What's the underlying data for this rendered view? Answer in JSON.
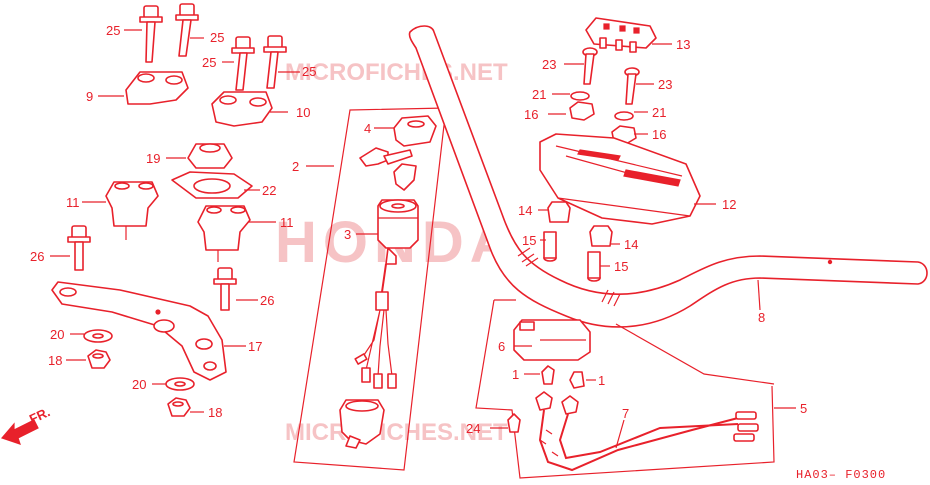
{
  "diagram": {
    "code": "HA03– F0300",
    "front_marker": "FR.",
    "watermarks": [
      "MICROFICHES.NET",
      "HONDA",
      "MICROFICHES.NET"
    ],
    "callouts": [
      {
        "id": "c25a",
        "text": "25"
      },
      {
        "id": "c25b",
        "text": "25"
      },
      {
        "id": "c25c",
        "text": "25"
      },
      {
        "id": "c25d",
        "text": "25"
      },
      {
        "id": "c9",
        "text": "9"
      },
      {
        "id": "c10",
        "text": "10"
      },
      {
        "id": "c19",
        "text": "19"
      },
      {
        "id": "c22",
        "text": "22"
      },
      {
        "id": "c11a",
        "text": "11"
      },
      {
        "id": "c11b",
        "text": "11"
      },
      {
        "id": "c26a",
        "text": "26"
      },
      {
        "id": "c26b",
        "text": "26"
      },
      {
        "id": "c17",
        "text": "17"
      },
      {
        "id": "c20a",
        "text": "20"
      },
      {
        "id": "c18a",
        "text": "18"
      },
      {
        "id": "c20b",
        "text": "20"
      },
      {
        "id": "c18b",
        "text": "18"
      },
      {
        "id": "c4",
        "text": "4"
      },
      {
        "id": "c2",
        "text": "2"
      },
      {
        "id": "c3",
        "text": "3"
      },
      {
        "id": "c13",
        "text": "13"
      },
      {
        "id": "c23a",
        "text": "23"
      },
      {
        "id": "c23b",
        "text": "23"
      },
      {
        "id": "c21a",
        "text": "21"
      },
      {
        "id": "c21b",
        "text": "21"
      },
      {
        "id": "c16a",
        "text": "16"
      },
      {
        "id": "c16b",
        "text": "16"
      },
      {
        "id": "c12",
        "text": "12"
      },
      {
        "id": "c14a",
        "text": "14"
      },
      {
        "id": "c14b",
        "text": "14"
      },
      {
        "id": "c15a",
        "text": "15"
      },
      {
        "id": "c15b",
        "text": "15"
      },
      {
        "id": "c8",
        "text": "8"
      },
      {
        "id": "c6",
        "text": "6"
      },
      {
        "id": "c1a",
        "text": "1"
      },
      {
        "id": "c1b",
        "text": "1"
      },
      {
        "id": "c7",
        "text": "7"
      },
      {
        "id": "c5",
        "text": "5"
      },
      {
        "id": "c24",
        "text": "24"
      }
    ]
  }
}
